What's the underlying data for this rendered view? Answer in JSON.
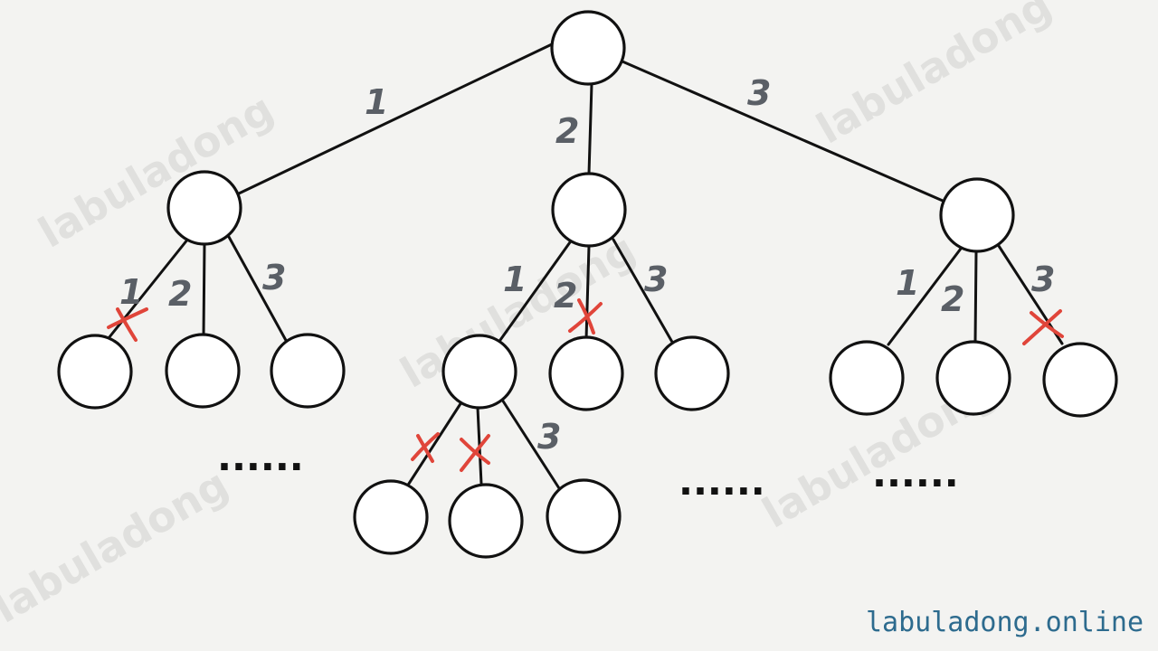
{
  "diagram": {
    "edge_labels": {
      "root_1": "1",
      "root_2": "2",
      "root_3": "3",
      "a_1": "1",
      "a_2": "2",
      "a_3": "3",
      "b_1": "1",
      "b_2": "2",
      "b_3": "3",
      "c_1": "1",
      "c_2": "2",
      "c_3": "3",
      "ba_3": "3"
    },
    "ellipsis": {
      "left": "......",
      "middle": "......",
      "right": "......"
    },
    "watermark_text": "labuladong",
    "colors": {
      "prune_mark": "#e0453a",
      "label_gray": "#5a5f66",
      "brand_blue": "#2d6b8e"
    }
  },
  "footer": {
    "brand": "labuladong.online"
  }
}
